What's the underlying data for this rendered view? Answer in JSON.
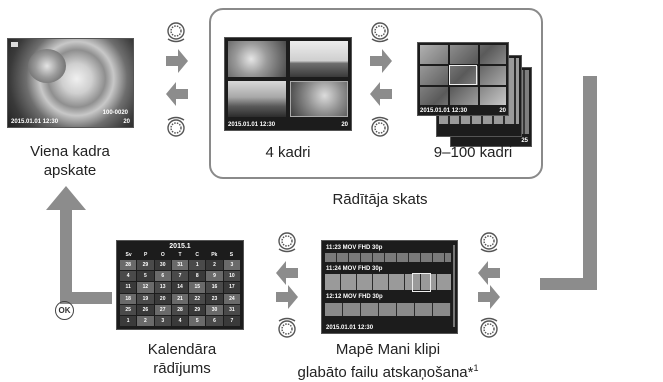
{
  "captions": {
    "single": [
      "Viena kadra",
      "apskate"
    ],
    "four": "4 kadri",
    "multi": "9–100 kadri",
    "index_view": "Rādītāja skats",
    "calendar": [
      "Kalendāra",
      "rādījums"
    ],
    "myclips": [
      "Mapē Mani klipi",
      "glabāto failu atskaņošana*"
    ],
    "myclips_footnote": "1"
  },
  "single_screen": {
    "date": "2015.01.01 12:30",
    "counter": "100-0020",
    "frame_no": "20"
  },
  "four_screen": {
    "date": "2015.01.01 12:30",
    "frame_no": "20"
  },
  "multi_screen": {
    "date": "2015.01.01 12:30",
    "frame_no": "20"
  },
  "multi_back_screen": {
    "frame_no": "25"
  },
  "calendar_screen": {
    "month": "2015.1",
    "weekdays": [
      "Sv",
      "P",
      "O",
      "T",
      "C",
      "Pk",
      "S"
    ],
    "rows": [
      [
        "28",
        "29",
        "30",
        "31",
        "1",
        "2",
        "3"
      ],
      [
        "4",
        "5",
        "6",
        "7",
        "8",
        "9",
        "10"
      ],
      [
        "11",
        "12",
        "13",
        "14",
        "15",
        "16",
        "17"
      ],
      [
        "18",
        "19",
        "20",
        "21",
        "22",
        "23",
        "24"
      ],
      [
        "25",
        "26",
        "27",
        "28",
        "29",
        "30",
        "31"
      ],
      [
        "1",
        "2",
        "3",
        "4",
        "5",
        "6",
        "7"
      ]
    ]
  },
  "myclips_screen": {
    "rows": [
      "11:23 MOV  FHD  30p",
      "11:24 MOV  FHD  30p",
      "12:12 MOV  FHD  30p"
    ],
    "date": "2015.01.01 12:30"
  },
  "ok_icon_label": "OK",
  "colors": {
    "arrow": "#8c8c8c",
    "screen": "#1c1c1c",
    "frame": "#8a8a8a"
  }
}
